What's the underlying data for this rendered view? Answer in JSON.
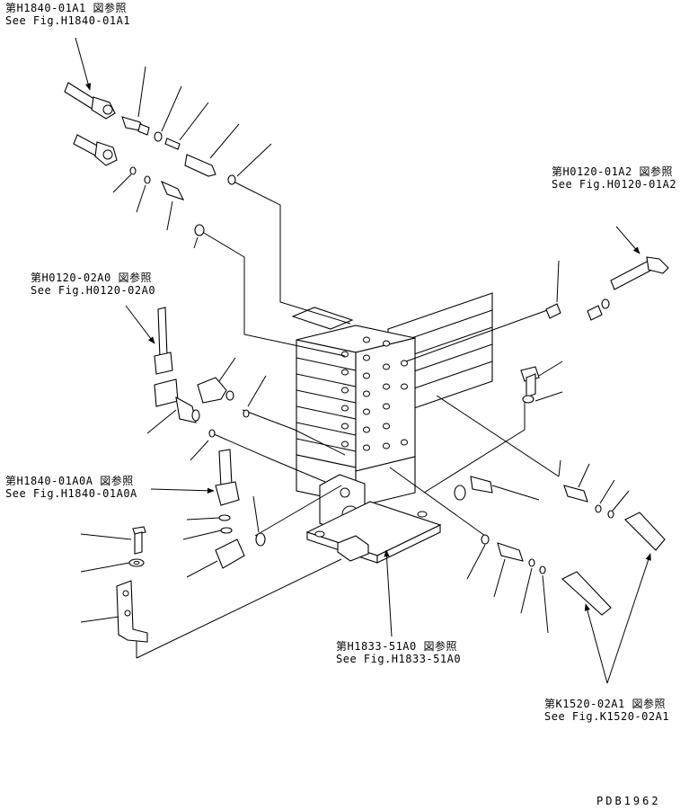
{
  "references": [
    {
      "id": "ref-h1840-01a1",
      "jp": "第H1840-01A1 図参照",
      "en": "See Fig.H1840-01A1"
    },
    {
      "id": "ref-h0120-01a2",
      "jp": "第H0120-01A2 図参照",
      "en": "See Fig.H0120-01A2"
    },
    {
      "id": "ref-h0120-02a0",
      "jp": "第H0120-02A0 図参照",
      "en": "See Fig.H0120-02A0"
    },
    {
      "id": "ref-h1840-01a0a",
      "jp": "第H1840-01A0A 図参照",
      "en": "See Fig.H1840-01A0A"
    },
    {
      "id": "ref-h1833-51a0",
      "jp": "第H1833-51A0 図参照",
      "en": "See Fig.H1833-51A0"
    },
    {
      "id": "ref-k1520-02a1",
      "jp": "第K1520-02A1 図参照",
      "en": "See Fig.K1520-02A1"
    }
  ],
  "document_id": "PDB1962"
}
